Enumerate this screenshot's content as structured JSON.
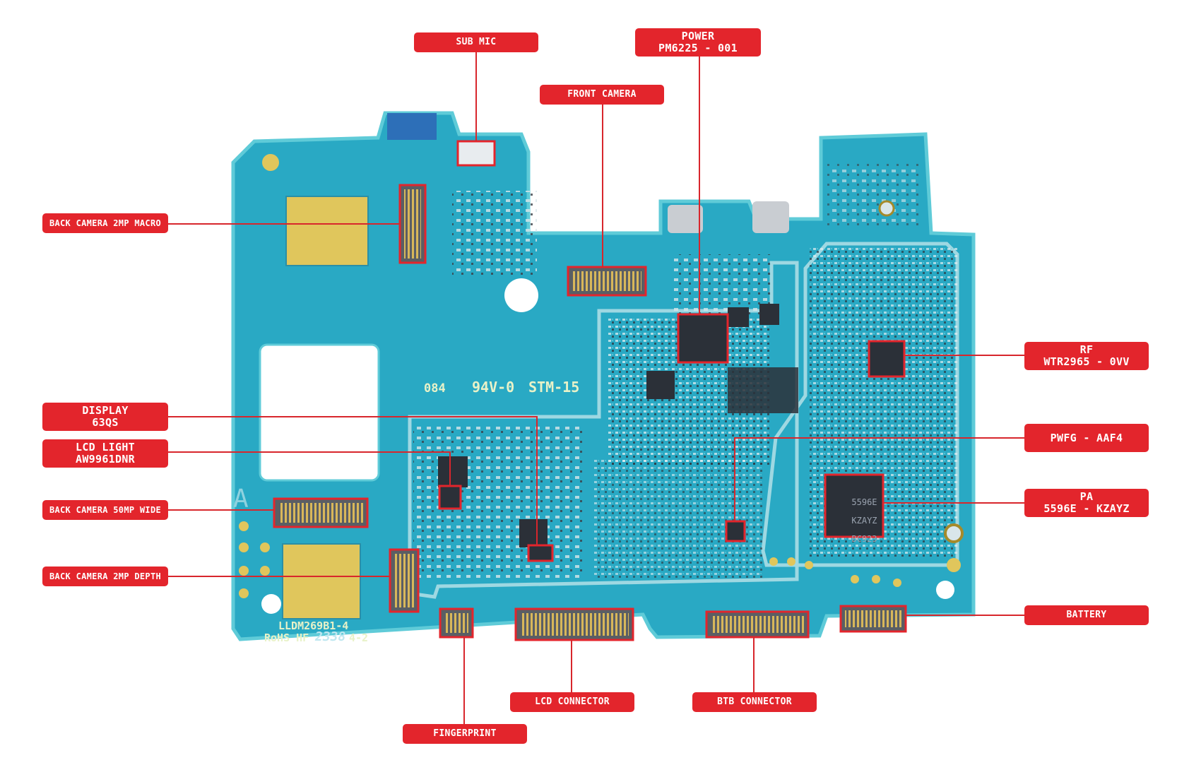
{
  "labels": {
    "sub_mic": "SUB MIC",
    "power": [
      "POWER",
      "PM6225 - 001"
    ],
    "front_camera": "FRONT CAMERA",
    "back_camera_macro": "BACK CAMERA 2MP MACRO",
    "rf": [
      "RF",
      "WTR2965 - 0VV"
    ],
    "display": [
      "DISPLAY",
      "63QS"
    ],
    "lcd_light": [
      "LCD LIGHT",
      "AW9961DNR"
    ],
    "pwfg": "PWFG - AAF4",
    "pa": [
      "PA",
      "5596E - KZAYZ"
    ],
    "back_camera_wide": "BACK CAMERA 50MP WIDE",
    "back_camera_depth": "BACK CAMERA 2MP DEPTH",
    "battery": "BATTERY",
    "lcd_connector": "LCD CONNECTOR",
    "btb_connector": "BTB CONNECTOR",
    "fingerprint": "FINGERPRINT"
  },
  "silkscreen": {
    "board_code": "084",
    "rating": "94V-0",
    "stm": "STM-15",
    "model": "LLDM269B1-4",
    "rohs": "RoHS HF",
    "date": "2338",
    "rev": "4-2",
    "side": "A",
    "pa_chip": [
      "5596E",
      "KZAYZ",
      "BC923"
    ]
  },
  "colors": {
    "board": "#29a9c4",
    "board_edge": "#5fcbd8",
    "label": "#e3252c",
    "leader": "#d8262c",
    "gold": "#e0c65c",
    "chip": "#2b3038"
  }
}
